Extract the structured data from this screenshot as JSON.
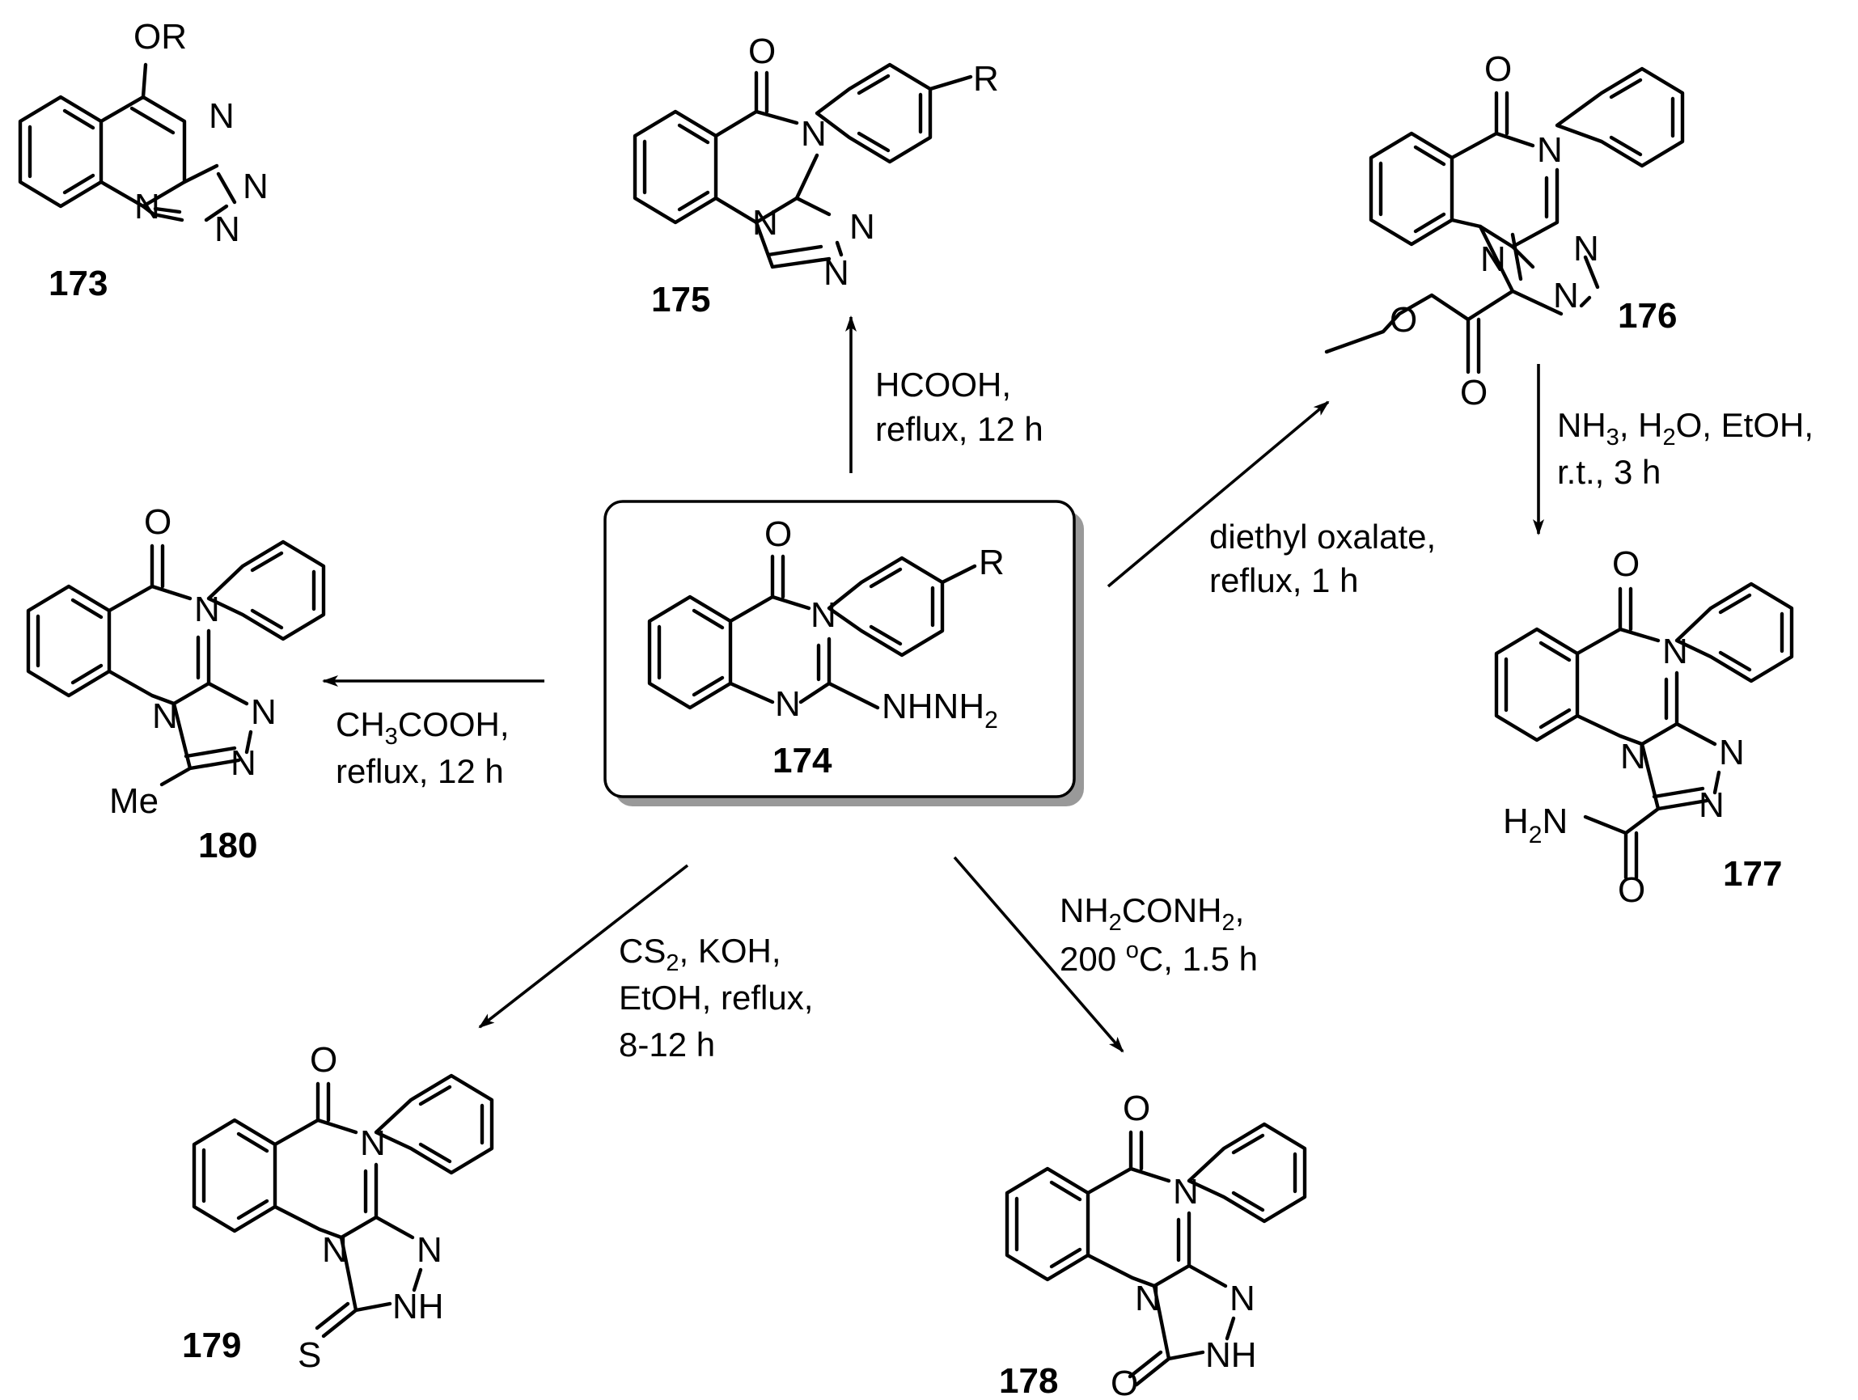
{
  "atoms": {
    "O": "O",
    "OR": "OR",
    "N": "N",
    "S": "S",
    "R": "R",
    "Me": "Me",
    "NH": "NH",
    "H": "H",
    "NHNH": "NHNH",
    "sub2": "2"
  },
  "compounds": {
    "c173": "173",
    "c174": "174",
    "c175": "175",
    "c176": "176",
    "c177": "177",
    "c178": "178",
    "c179": "179",
    "c180": "180"
  },
  "conditions": {
    "r175": [
      "HCOOH,",
      "reflux, 12 h"
    ],
    "r176": [
      "diethyl oxalate,",
      "reflux, 1 h"
    ],
    "r177": {
      "line1_pre": "NH",
      "sub3": "3",
      "line1_mid": ", H",
      "sub2": "2",
      "line1_post": "O, EtOH,",
      "line2": "r.t., 3 h"
    },
    "r180": {
      "line1_pre": "CH",
      "sub3": "3",
      "line1_post": "COOH,",
      "line2": "reflux, 12 h"
    },
    "r179": {
      "line1_pre": "CS",
      "sub2": "2",
      "line1_post": ", KOH,",
      "line2": "EtOH, reflux,",
      "line3": "8-12 h"
    },
    "r178": {
      "line1_pre": "NH",
      "sub2a": "2",
      "line1_mid": "CONH",
      "sub2b": "2",
      "line1_post": ",",
      "line2_pre": "200 ",
      "sup": "o",
      "line2_post": "C, 1.5 h"
    }
  },
  "colors": {
    "ink": "#000000",
    "box_fill": "#ffffff",
    "box_shadow": "#999999"
  }
}
